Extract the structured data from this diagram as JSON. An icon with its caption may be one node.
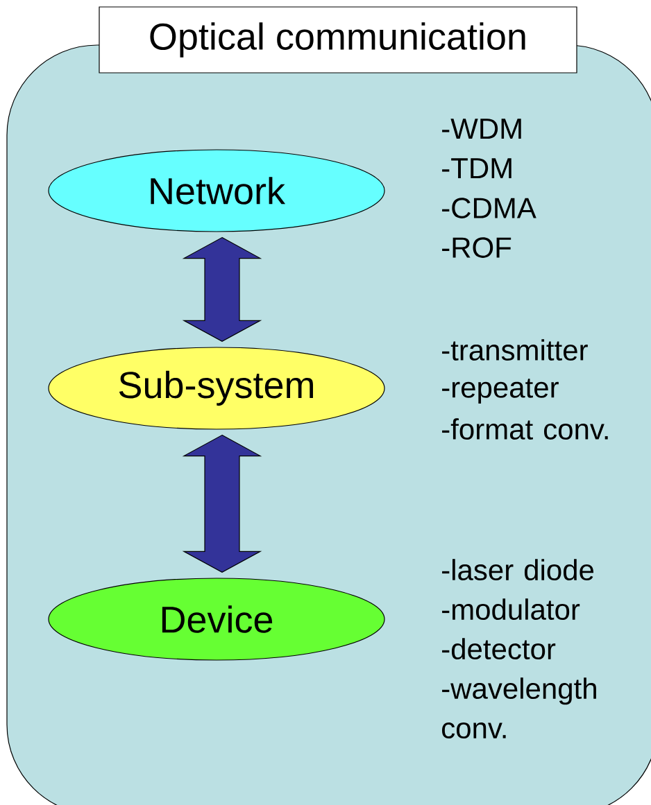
{
  "diagram": {
    "nodes": [
      {
        "text": [
          "Optical communication"
        ]
      },
      {
        "text": [
          "Network"
        ],
        "in": 0,
        "beside": [
          "-WDM",
          "-TDM",
          "-CDMA",
          "-ROF"
        ]
      },
      {
        "text": [
          "Sub-system"
        ],
        "in": 0,
        "beside": [
          "-transmitter",
          "-repeater",
          "-format conv."
        ]
      },
      {
        "text": [
          "Device"
        ],
        "in": 0,
        "beside": [
          "-laser diode",
          "-modulator",
          "-detector",
          "-wavelength conv."
        ]
      }
    ],
    "edges": [
      {
        "from": 1,
        "to": 2,
        "arrow": "both"
      },
      {
        "from": 2,
        "to": 3,
        "arrow": "both"
      }
    ]
  }
}
